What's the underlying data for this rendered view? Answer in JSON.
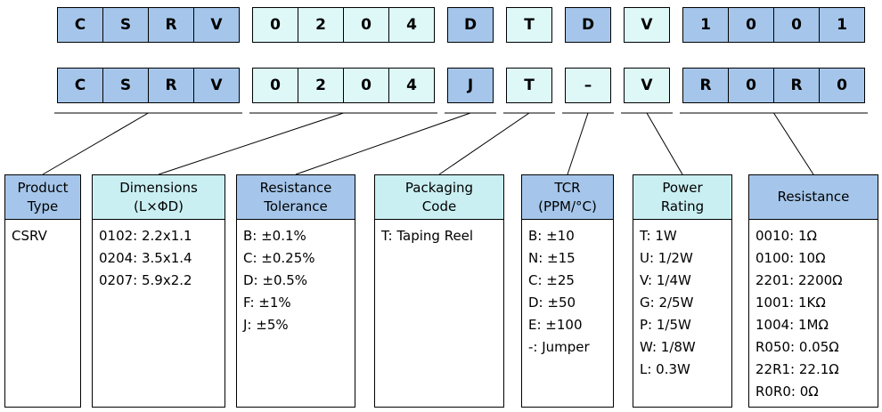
{
  "colors": {
    "cell_blue": "#a5c6ea",
    "cell_cyan": "#def8f8",
    "header_blue": "#a5c6ea",
    "header_cyan": "#c9eff2",
    "border": "#000000",
    "line": "#000000"
  },
  "code_rows": [
    {
      "groups": [
        {
          "chars": [
            "C",
            "S",
            "R",
            "V"
          ],
          "bg": "blue"
        },
        {
          "chars": [
            "0",
            "2",
            "0",
            "4"
          ],
          "bg": "cyan"
        },
        {
          "chars": [
            "D"
          ],
          "bg": "blue"
        },
        {
          "chars": [
            "T"
          ],
          "bg": "cyan"
        },
        {
          "chars": [
            "D"
          ],
          "bg": "blue"
        },
        {
          "chars": [
            "V"
          ],
          "bg": "cyan"
        },
        {
          "chars": [
            "1",
            "0",
            "0",
            "1"
          ],
          "bg": "blue"
        }
      ]
    },
    {
      "groups": [
        {
          "chars": [
            "C",
            "S",
            "R",
            "V"
          ],
          "bg": "blue"
        },
        {
          "chars": [
            "0",
            "2",
            "0",
            "4"
          ],
          "bg": "cyan"
        },
        {
          "chars": [
            "J"
          ],
          "bg": "blue"
        },
        {
          "chars": [
            "T"
          ],
          "bg": "cyan"
        },
        {
          "chars": [
            "–"
          ],
          "bg": "cyan"
        },
        {
          "chars": [
            "V"
          ],
          "bg": "cyan"
        },
        {
          "chars": [
            "R",
            "0",
            "R",
            "0"
          ],
          "bg": "blue"
        }
      ]
    }
  ],
  "boxes": [
    {
      "header_lines": [
        "Product",
        "Type"
      ],
      "bg": "blue",
      "items": [
        "CSRV"
      ]
    },
    {
      "header_lines": [
        "Dimensions",
        "(L×ΦD)"
      ],
      "bg": "cyan",
      "items": [
        "0102: 2.2x1.1",
        "0204: 3.5x1.4",
        "0207: 5.9x2.2"
      ]
    },
    {
      "header_lines": [
        "Resistance",
        "Tolerance"
      ],
      "bg": "blue",
      "items": [
        "B: ±0.1%",
        "C: ±0.25%",
        "D: ±0.5%",
        "F: ±1%",
        "J: ±5%"
      ]
    },
    {
      "header_lines": [
        "Packaging",
        "Code"
      ],
      "bg": "cyan",
      "items": [
        "T: Taping Reel"
      ]
    },
    {
      "header_lines": [
        "TCR",
        "(PPM/°C)"
      ],
      "bg": "blue",
      "items": [
        "B: ±10",
        "N: ±15",
        "C: ±25",
        "D: ±50",
        "E: ±100",
        "-: Jumper"
      ]
    },
    {
      "header_lines": [
        "Power",
        "Rating"
      ],
      "bg": "cyan",
      "items": [
        "T: 1W",
        "U: 1/2W",
        "V: 1/4W",
        "G: 2/5W",
        "P: 1/5W",
        "W: 1/8W",
        "L: 0.3W"
      ]
    },
    {
      "header_lines": [
        "Resistance"
      ],
      "bg": "blue",
      "items": [
        "0010: 1Ω",
        "0100: 10Ω",
        "2201: 2200Ω",
        "1001: 1KΩ",
        "1004: 1MΩ",
        "R050: 0.05Ω",
        "22R1: 22.1Ω",
        "R0R0: 0Ω"
      ]
    }
  ]
}
